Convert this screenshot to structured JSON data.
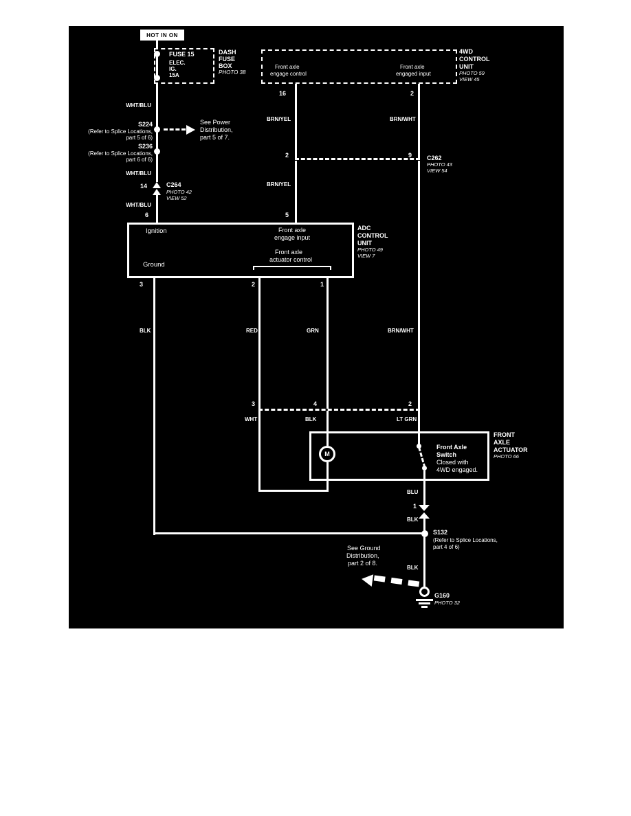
{
  "colors": {
    "background": "#000000",
    "wire": "#ffffff",
    "text": "#ffffff"
  },
  "power_source": {
    "label": "HOT IN ON"
  },
  "fuse": {
    "name": "FUSE 15",
    "line1": "ELEC.",
    "line2": "IG.",
    "line3": "15A"
  },
  "dash_fuse_box": {
    "line1": "DASH",
    "line2": "FUSE",
    "line3": "BOX",
    "photo": "PHOTO 38"
  },
  "unit_4wd": {
    "line1": "4WD",
    "line2": "CONTROL",
    "line3": "UNIT",
    "photo": "PHOTO 59",
    "view": "VIEW 45",
    "pin_left": "16",
    "pin_right": "2",
    "terminal_left_1": "Front axle",
    "terminal_left_2": "engage control",
    "terminal_right_1": "Front axle",
    "terminal_right_2": "engaged input"
  },
  "c262": {
    "name": "C262",
    "photo": "PHOTO 43",
    "view": "VIEW 54",
    "pin_left": "2",
    "pin_right": "9"
  },
  "c264": {
    "name": "C264",
    "photo": "PHOTO 42",
    "view": "VIEW 52",
    "pin": "14"
  },
  "s224": {
    "name": "S224",
    "ref_line1": "(Refer to Splice Locations,",
    "ref_line2": "part 5 of 6)"
  },
  "s236": {
    "name": "S236",
    "ref_line1": "(Refer to Splice Locations,",
    "ref_line2": "part 6 of 6)"
  },
  "s132": {
    "name": "S132",
    "ref_line1": "(Refer to Splice Locations,",
    "ref_line2": "part 4 of 6)"
  },
  "power_note": {
    "line1": "See Power",
    "line2": "Distribution,",
    "line3": "part 5 of 7."
  },
  "ground_note": {
    "line1": "See Ground",
    "line2": "Distribution,",
    "line3": "part 2 of 8."
  },
  "adc": {
    "line1": "ADC",
    "line2": "CONTROL",
    "line3": "UNIT",
    "photo": "PHOTO 49",
    "view": "VIEW 7",
    "terminal_ignition": "Ignition",
    "terminal_engage_1": "Front axle",
    "terminal_engage_2": "engage input",
    "terminal_ground": "Ground",
    "terminal_actuator_1": "Front axle",
    "terminal_actuator_2": "actuator control",
    "pin_ignition": "6",
    "pin_engage": "5",
    "pin_ground": "3",
    "pin_act_a": "2",
    "pin_act_b": "1"
  },
  "actuator": {
    "line1": "FRONT",
    "line2": "AXLE",
    "line3": "ACTUATOR",
    "photo": "PHOTO 66",
    "motor": "M",
    "switch_line1": "Front Axle",
    "switch_line2": "Switch",
    "switch_line3": "Closed with",
    "switch_line4": "4WD engaged.",
    "pin_wht": "3",
    "pin_blk": "4",
    "pin_ltgrn": "2",
    "pin_out": "1"
  },
  "g160": {
    "name": "G160",
    "photo": "PHOTO 32"
  },
  "wires": {
    "wht_blu_1": "WHT/BLU",
    "wht_blu_2": "WHT/BLU",
    "wht_blu_3": "WHT/BLU",
    "brn_yel_1": "BRN/YEL",
    "brn_yel_2": "BRN/YEL",
    "brn_wht_1": "BRN/WHT",
    "brn_wht_2": "BRN/WHT",
    "blk_ground": "BLK",
    "red": "RED",
    "grn": "GRN",
    "wht": "WHT",
    "blk_motor": "BLK",
    "lt_grn": "LT GRN",
    "blu": "BLU",
    "blk_1": "BLK",
    "blk_2": "BLK"
  }
}
